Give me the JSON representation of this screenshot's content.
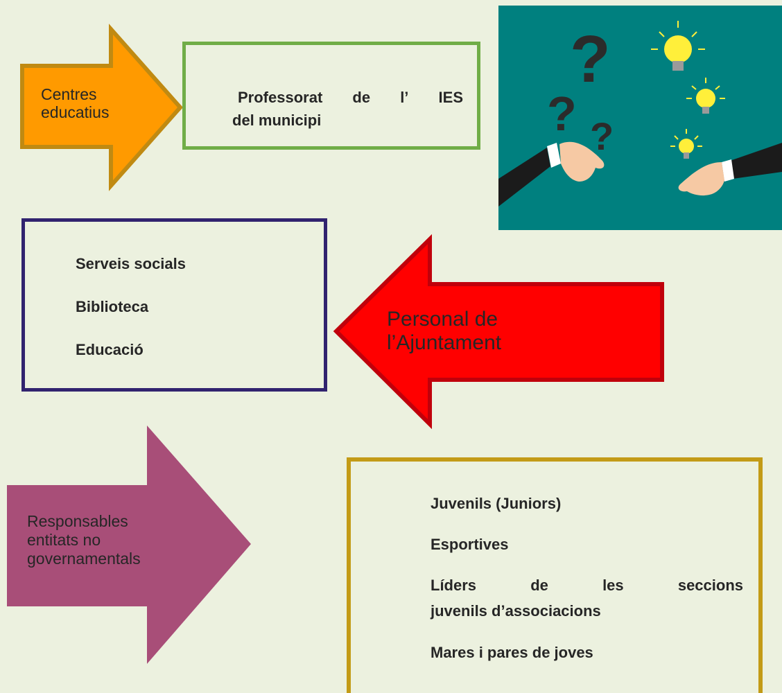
{
  "arrow_educatius": {
    "line1": "Centres",
    "line2": "educatius",
    "fill": "#ff9a00",
    "stroke": "#c08a12"
  },
  "box_professorat": {
    "line1": "Professorat de l’ IES",
    "line2": "del municipi",
    "border": "#70ad47"
  },
  "illustration": {
    "background": "#00807f",
    "bulb_color": "#ffef3a",
    "question_color": "#2b2b2b",
    "icon": "hands-question-bulb-illustration"
  },
  "box_ajuntament": {
    "items": [
      "Serveis socials",
      "Biblioteca",
      "Educació"
    ],
    "border": "#31236f"
  },
  "arrow_ajuntament": {
    "line1": "Personal de",
    "line2": "l’Ajuntament",
    "fill": "#ff0000",
    "stroke": "#c0000b"
  },
  "arrow_entitats": {
    "line1": "Responsables",
    "line2": "entitats no",
    "line3": "governamentals",
    "fill": "#a84e78"
  },
  "box_entitats": {
    "item1": "Juvenils (Juniors)",
    "item2": "Esportives",
    "item3_words": [
      "Líders",
      "de",
      "les",
      "seccions"
    ],
    "item3_line2": "juvenils d’associacions",
    "item4": "Mares i pares de joves",
    "border": "#c39b17"
  }
}
